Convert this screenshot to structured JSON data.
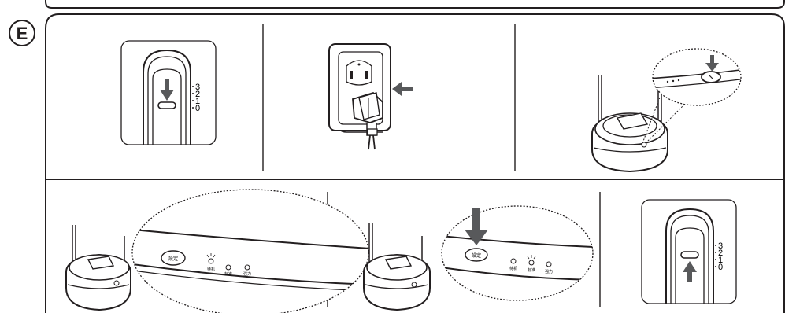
{
  "section_label": "E",
  "slider_levels": [
    "3",
    "2",
    "1",
    "0"
  ],
  "button_label": "設定",
  "indicator_labels": [
    "待机",
    "标准",
    "强力"
  ],
  "icons": {
    "panel_1": "slider-down-arrow-icon",
    "panel_2": "plug-insert-arrow-icon",
    "panel_3": "press-button-arrow-icon",
    "panel_4": "set-button-indicator-icon",
    "panel_5": "press-set-button-arrow-icon",
    "panel_6": "slider-up-arrow-icon"
  },
  "colors": {
    "line": "#231f20",
    "arrow": "#58595b",
    "panel_bg": "#ffffff"
  }
}
